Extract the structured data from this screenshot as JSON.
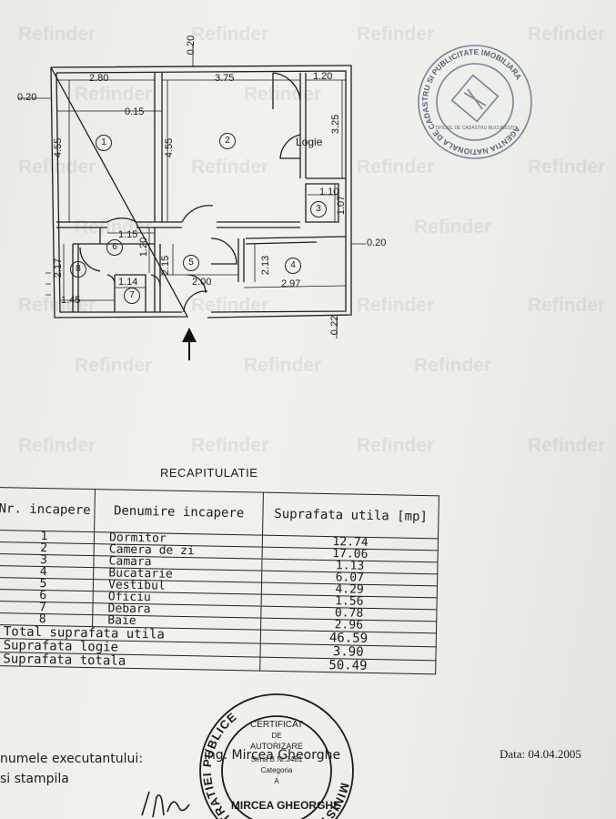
{
  "watermark": "Refinder",
  "plan": {
    "dimensions": {
      "top_wall": "0.20",
      "left_wall": "0.20",
      "room1_width": "2.80",
      "room2_width": "3.75",
      "logie_width": "1.20",
      "logie_height": "3.25",
      "room1_height": "4.55",
      "room2_height": "4.55",
      "partition": "0.15",
      "camara_w": "1.10",
      "camara_h": "1.07",
      "right_wall": "0.20",
      "oficiu_w": "1.15",
      "oficiu_h": "1.20",
      "baie_h": "2.17",
      "baie_w": "1.45",
      "debara_w": "1.14",
      "vestibul_h": "2.15",
      "vestibul_w": "2.00",
      "bucatarie_h": "2.13",
      "bucatarie_w": "2.97",
      "bottom_wall": "0.22"
    },
    "rooms": [
      "1",
      "2",
      "3",
      "4",
      "5",
      "6",
      "7",
      "8"
    ],
    "logie_label": "Logie"
  },
  "recap": {
    "title": "RECAPITULATIE",
    "headers": {
      "nr": "Nr. incapere",
      "name": "Denumire incapere",
      "area": "Suprafata utila [mp]"
    },
    "rows": [
      {
        "nr": "1",
        "name": "Dormitor",
        "area": "12.74"
      },
      {
        "nr": "2",
        "name": "Camera de zi",
        "area": "17.06"
      },
      {
        "nr": "3",
        "name": "Camara",
        "area": "1.13"
      },
      {
        "nr": "4",
        "name": "Bucatarie",
        "area": "6.07"
      },
      {
        "nr": "5",
        "name": "Vestibul",
        "area": "4.29"
      },
      {
        "nr": "6",
        "name": "Oficiu",
        "area": "1.56"
      },
      {
        "nr": "7",
        "name": "Debara",
        "area": "0.78"
      },
      {
        "nr": "8",
        "name": "Baie",
        "area": "2.96"
      }
    ],
    "totals": [
      {
        "label": "Total suprafata utila",
        "value": "46.59"
      },
      {
        "label": "Suprafata logie",
        "value": "3.90"
      },
      {
        "label": "Suprafata totala",
        "value": "50.49"
      }
    ]
  },
  "footer": {
    "executant_label": "numele executantului:",
    "executant_name": "ing. Mircea Gheorghe",
    "stampila_label": "si   stampila",
    "date_text": "Data: 04.04.2005"
  },
  "stamp_top": {
    "ring_text": "AGENTIA NATIONALA DE CADASTRU SI PUBLICITATE IMOBILIARA",
    "inner_text": "OFICIUL DE CADASTRU BUCURESTI"
  },
  "stamp_bottom": {
    "ring_text": "MINISTERUL ADMINISTRATIEI PUBLICE",
    "line1": "CERTIFICAT",
    "line2": "DE",
    "line3": "AUTORIZARE",
    "line4": "Seria B Nr.3481",
    "line5": "Categoria",
    "line6": "A",
    "bottom_text": "MIRCEA GHEORGHE"
  }
}
